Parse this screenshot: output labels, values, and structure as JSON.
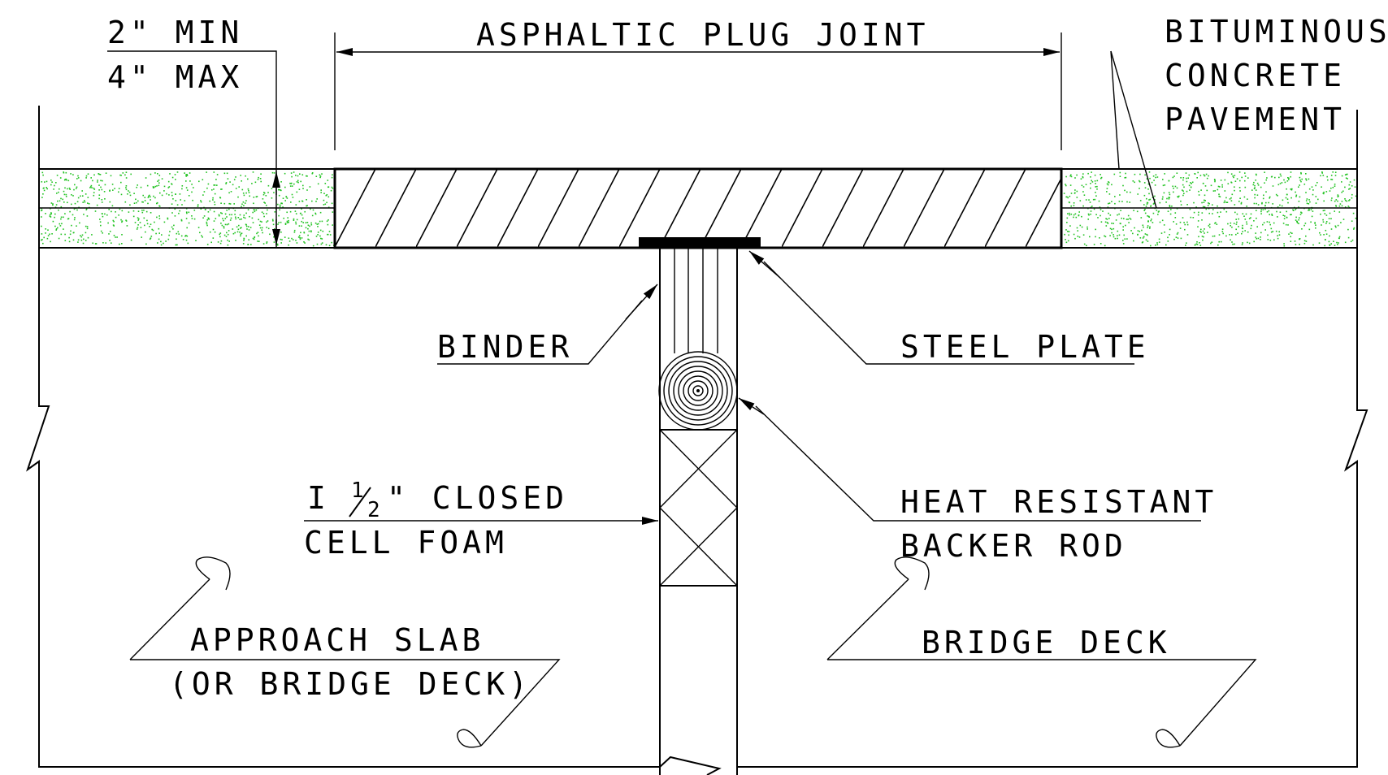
{
  "labels": {
    "min_thickness": "2\" MIN",
    "max_thickness": "4\" MAX",
    "plug_joint": "ASPHALTIC PLUG JOINT",
    "pavement_line1": "BITUMINOUS",
    "pavement_line2": "CONCRETE",
    "pavement_line3": "PAVEMENT",
    "binder": "BINDER",
    "steel_plate": "STEEL PLATE",
    "foam_line1_lead": "I",
    "foam_fraction_num": "1",
    "foam_fraction_den": "2",
    "foam_line1_tail": "\" CLOSED",
    "foam_line2": "CELL FOAM",
    "backer_line1": "HEAT RESISTANT",
    "backer_line2": "BACKER ROD",
    "approach_line1": "APPROACH SLAB",
    "approach_line2": "(OR BRIDGE DECK)",
    "bridge_deck": "BRIDGE DECK"
  },
  "colors": {
    "line": "#000000",
    "pavement_speckle": "#22c322",
    "background": "#ffffff"
  }
}
